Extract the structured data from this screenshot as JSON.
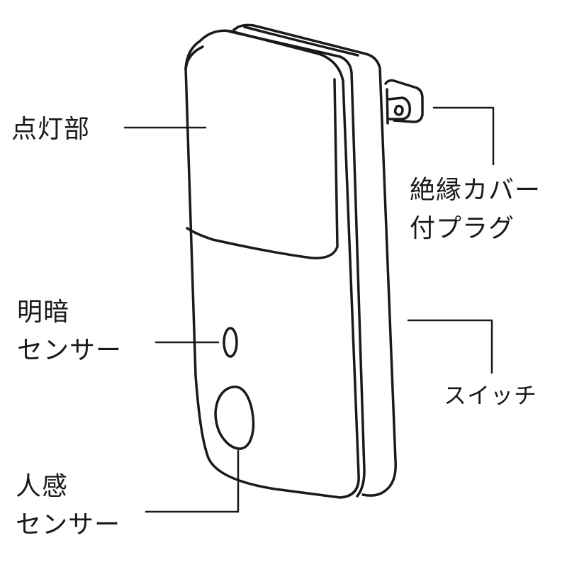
{
  "labels": {
    "light_unit": "点灯部",
    "plug_line1": "絶縁カバー",
    "plug_line2": "付プラグ",
    "light_sensor_line1": "明暗",
    "light_sensor_line2": "センサー",
    "switch": "スイッチ",
    "motion_sensor_line1": "人感",
    "motion_sensor_line2": "センサー"
  },
  "colors": {
    "line": "#1a1a1a",
    "background": "#ffffff"
  }
}
